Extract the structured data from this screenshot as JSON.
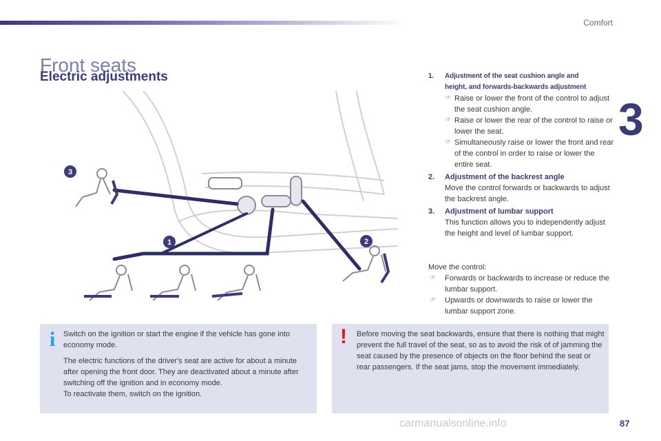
{
  "header": {
    "section": "Comfort",
    "chapter": "3"
  },
  "page": {
    "title": "Front seats",
    "subtitle": "Electric adjustments",
    "number": "87"
  },
  "figure": {
    "callouts": [
      "1",
      "2",
      "3"
    ]
  },
  "steps": [
    {
      "num": "1.",
      "title_line1": "Adjustment of the seat cushion angle and",
      "title_line2": "height, and forwards-backwards adjustment",
      "bullets": [
        "Raise or lower the front of the control to adjust the seat cushion angle.",
        "Raise or lower the rear of the control to raise or lower the seat.",
        "Simultaneously raise or lower the front and rear of the control in order to raise or lower the entire seat."
      ]
    },
    {
      "num": "2.",
      "title": "Adjustment of the backrest angle",
      "body": "Move the control forwards or backwards to adjust the backrest angle."
    },
    {
      "num": "3.",
      "title": "Adjustment of lumbar support",
      "body": "This function allows you to independently adjust the height and level of lumbar support."
    }
  ],
  "move": {
    "intro": "Move the control:",
    "bullets": [
      "Forwards or backwards to increase or reduce the lumbar support.",
      "Upwards or downwards to raise or lower the lumbar support zone."
    ]
  },
  "info": {
    "icon": "i",
    "p1": "Switch on the ignition or start the engine if the vehicle has gone into economy mode.",
    "p2": "The electric functions of the driver's seat are active for about a minute after opening the front door. They are deactivated about a minute after switching off the ignition and in economy mode.",
    "p3": "To reactivate them, switch on the ignition."
  },
  "warning": {
    "icon": "!",
    "text": "Before moving the seat backwards, ensure that there is nothing that might prevent the full travel of the seat, so as to avoid the risk of of jamming the seat caused by the presence of objects on the floor behind the seat or rear passengers. If the seat jams, stop the movement immediately."
  },
  "watermark": "carmanualsonline.info",
  "colors": {
    "accent": "#3d3a78",
    "info": "#1e9fe0",
    "warning": "#e0162b",
    "box_bg": "#dfe1ee"
  }
}
